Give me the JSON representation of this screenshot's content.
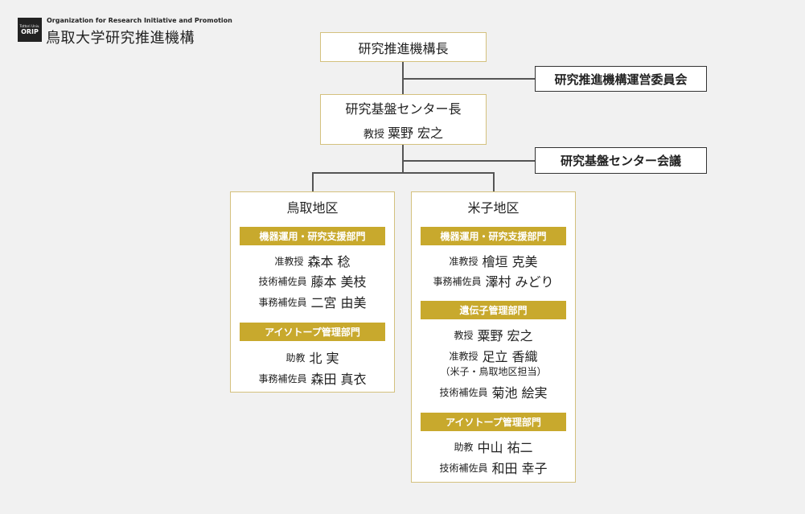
{
  "logo": {
    "mark_small": "Tottori Univ.",
    "mark_code": "ORIP",
    "org_en": "Organization for Research Initiative and Promotion",
    "org_ja": "鳥取大学研究推進機構"
  },
  "director": {
    "title": "研究推進機構長"
  },
  "committee": {
    "label": "研究推進機構運営委員会"
  },
  "center_head": {
    "title": "研究基盤センター長",
    "role": "教授",
    "name": "粟野 宏之"
  },
  "center_council": {
    "label": "研究基盤センター会議"
  },
  "tottori": {
    "title": "鳥取地区",
    "depts": [
      {
        "name": "機器運用・研究支援部門",
        "members": [
          {
            "role": "准教授",
            "name": "森本 稔"
          },
          {
            "role": "技術補佐員",
            "name": "藤本 美枝"
          },
          {
            "role": "事務補佐員",
            "name": "二宮 由美"
          }
        ]
      },
      {
        "name": "アイソトープ管理部門",
        "members": [
          {
            "role": "助教",
            "name": "北 実"
          },
          {
            "role": "事務補佐員",
            "name": "森田 真衣"
          }
        ]
      }
    ]
  },
  "yonago": {
    "title": "米子地区",
    "depts": [
      {
        "name": "機器運用・研究支援部門",
        "members": [
          {
            "role": "准教授",
            "name": "檜垣 克美"
          },
          {
            "role": "事務補佐員",
            "name": "澤村 みどり"
          }
        ]
      },
      {
        "name": "遺伝子管理部門",
        "members": [
          {
            "role": "教授",
            "name": "粟野 宏之"
          },
          {
            "role": "准教授",
            "name": "足立 香織",
            "note": "（米子・鳥取地区担当）"
          },
          {
            "role": "技術補佐員",
            "name": "菊池 絵実"
          }
        ]
      },
      {
        "name": "アイソトープ管理部門",
        "members": [
          {
            "role": "助教",
            "name": "中山 祐二"
          },
          {
            "role": "技術補佐員",
            "name": "和田 幸子"
          }
        ]
      }
    ]
  }
}
